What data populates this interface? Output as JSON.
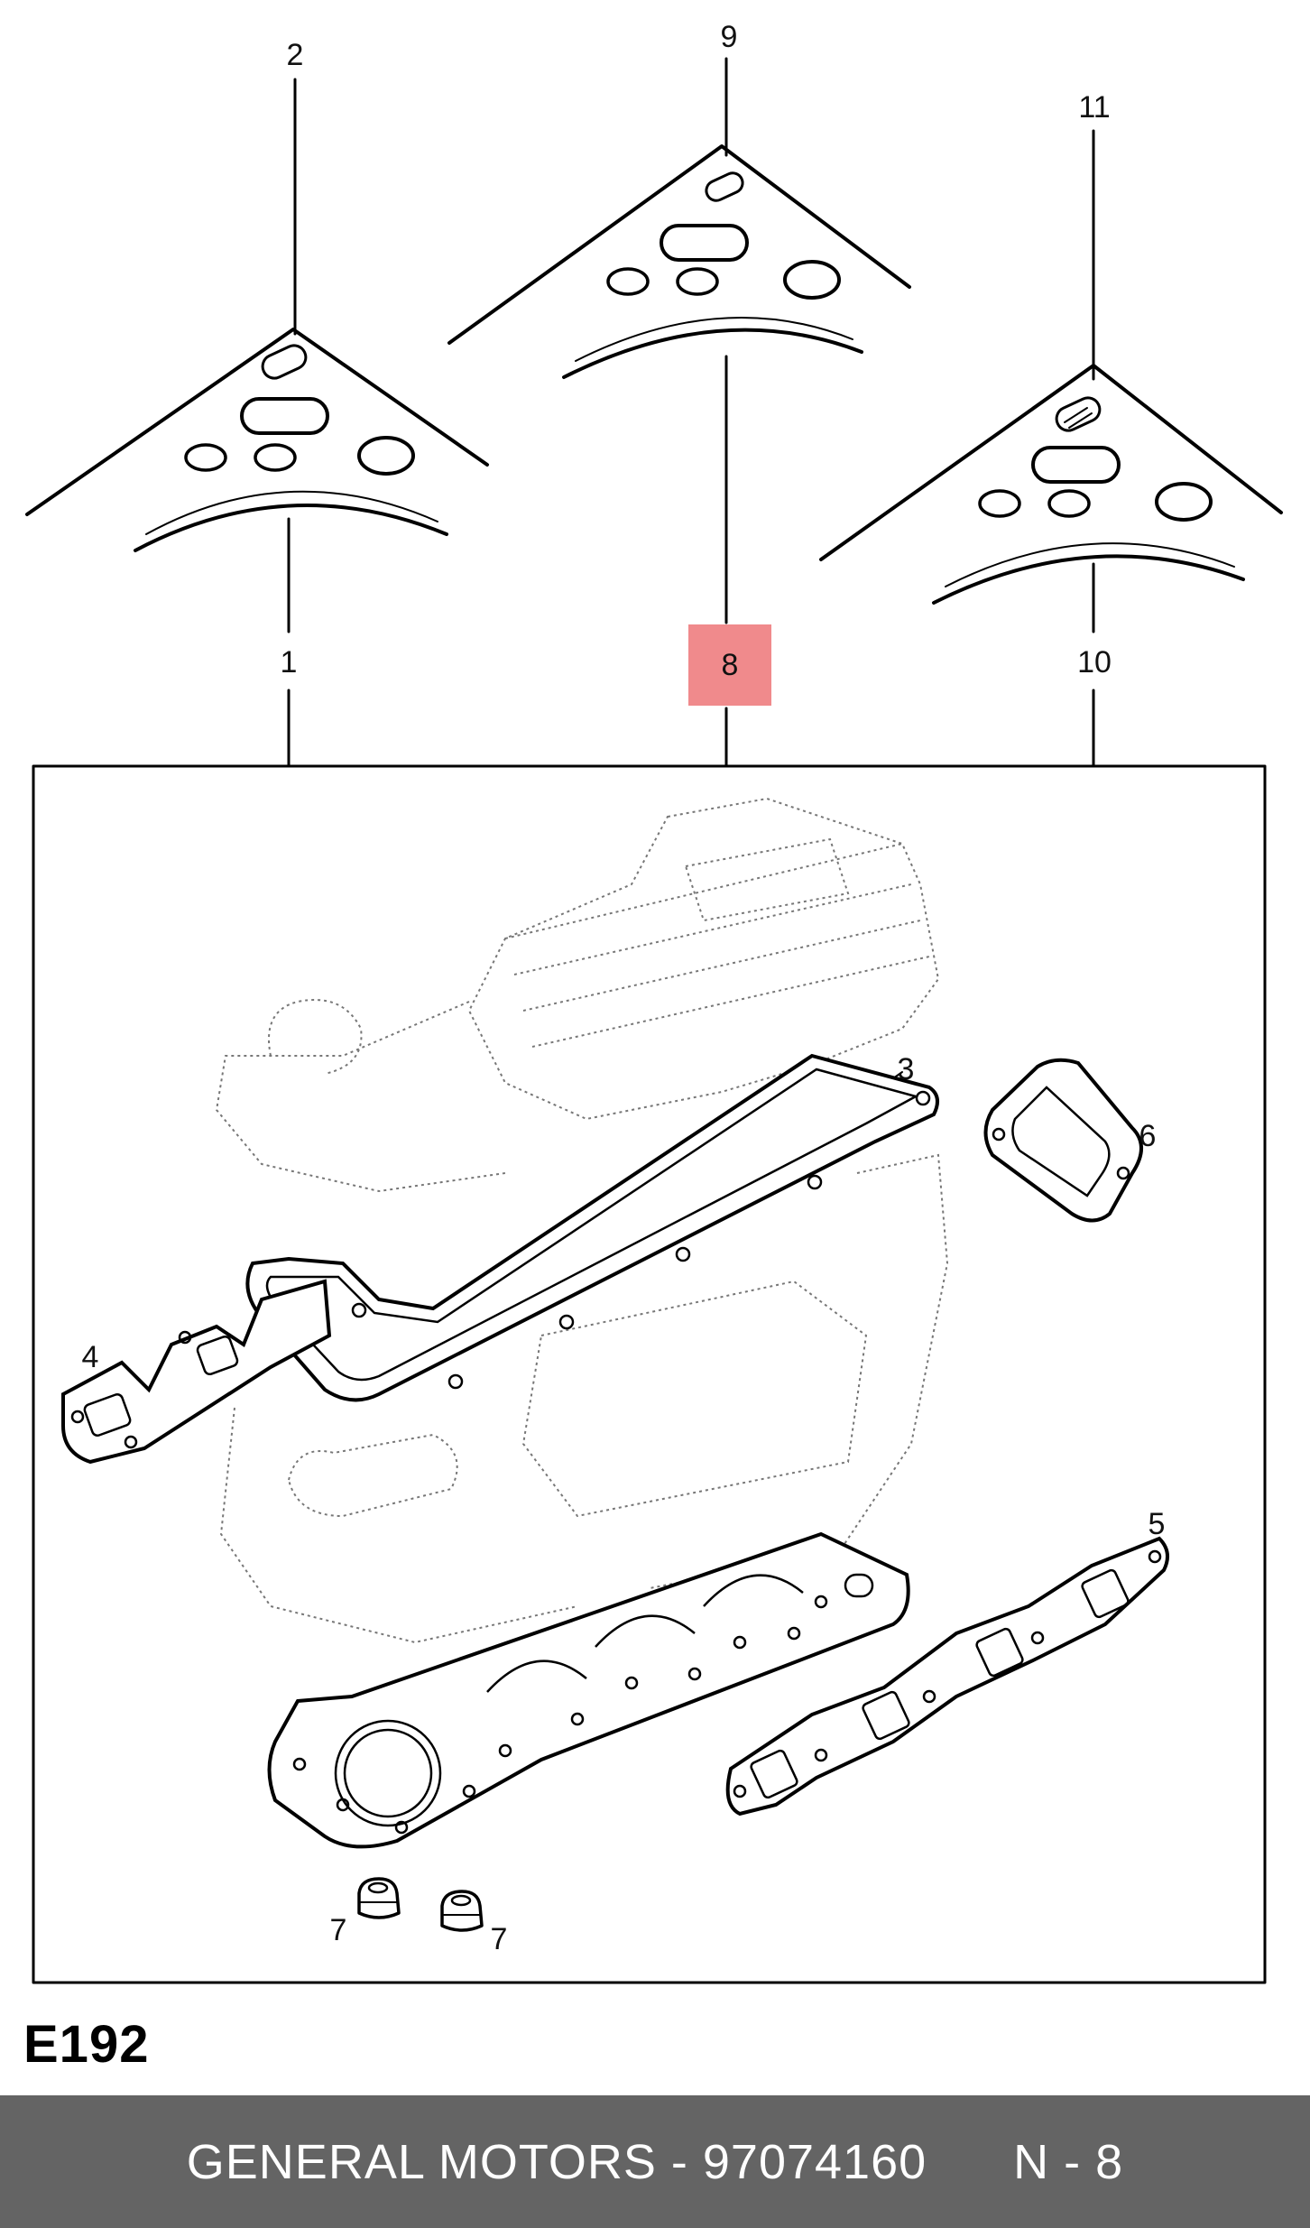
{
  "diagram": {
    "code": "E192",
    "highlight_color": "#f08a8c",
    "callouts": [
      "1",
      "2",
      "3",
      "4",
      "5",
      "6",
      "7",
      "7",
      "8",
      "9",
      "10",
      "11"
    ]
  },
  "footer": {
    "brand": "GENERAL MOTORS",
    "separator": " - ",
    "part_number": "97074160",
    "position_label": "N - 8"
  }
}
